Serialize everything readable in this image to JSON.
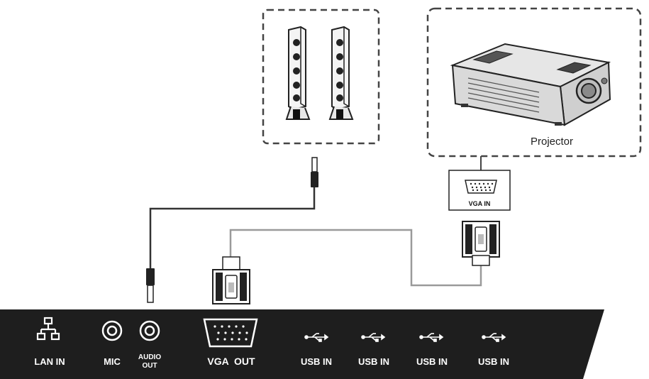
{
  "projector": {
    "label": "Projector"
  },
  "projector_input": {
    "label": "VGA IN"
  },
  "panel": {
    "lan": "LAN IN",
    "mic": "MIC",
    "audio_out_line1": "AUDIO",
    "audio_out_line2": "OUT",
    "vga_out": "VGA  OUT",
    "usb": [
      "USB IN",
      "USB IN",
      "USB IN",
      "USB IN"
    ]
  },
  "icons": {
    "lan": "network-icon",
    "mic": "audio-jack-icon",
    "audio_out": "audio-jack-icon",
    "vga": "vga-port-icon",
    "usb": "usb-icon",
    "speakers": "speaker-icon",
    "projector": "projector-icon"
  },
  "colors": {
    "panel": "#1e1e1e",
    "cable_audio": "#333333",
    "cable_vga": "#9a9a9a",
    "dashed_box": "#444444"
  }
}
